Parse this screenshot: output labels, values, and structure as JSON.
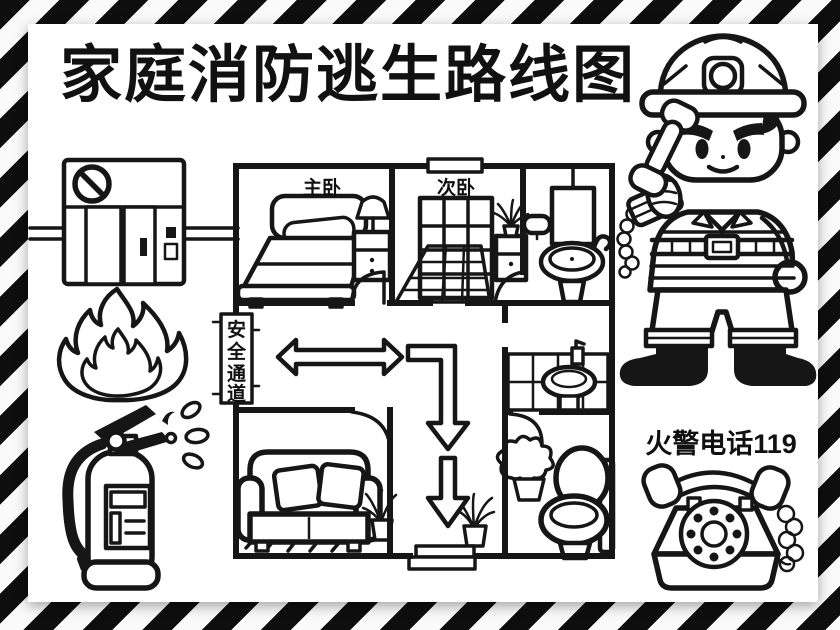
{
  "poster": {
    "title": "家庭消防逃生路线图",
    "emergency_label": "火警电话119"
  },
  "floorplan": {
    "master_bedroom_label": "主卧",
    "second_bedroom_label": "次卧",
    "corridor_chars": [
      "安",
      "全",
      "通",
      "道"
    ]
  },
  "palette": {
    "ink": "#161616",
    "paper": "#ffffff",
    "stripe_dark": "#0e0e0e"
  },
  "icons": {
    "no_elevator": "prohibition-sign-over-elevator",
    "flame": "flame",
    "extinguisher": "fire-extinguisher-spraying",
    "firefighter": "firefighter-answering-call",
    "telephone": "rotary-phone-with-cord",
    "arrows": "escape-route-arrows"
  }
}
